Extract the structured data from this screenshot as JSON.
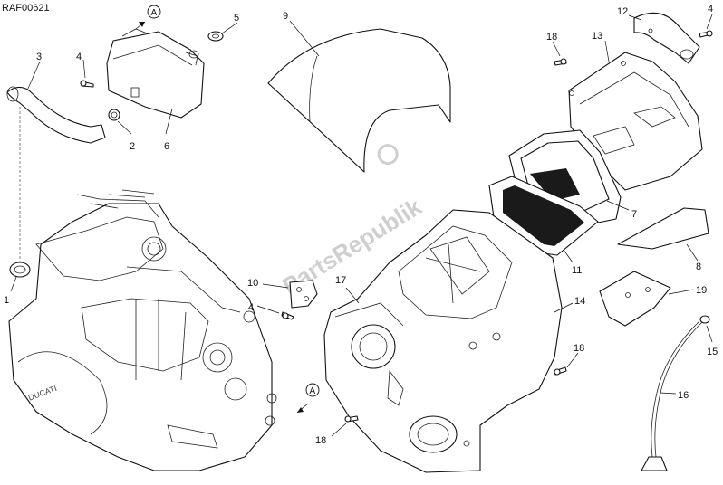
{
  "diagram": {
    "code": "RAF00621",
    "watermark": "PartsRepublik",
    "reference_letter": "A",
    "callouts": [
      "1",
      "2",
      "3",
      "4",
      "5",
      "6",
      "7",
      "8",
      "9",
      "10",
      "11",
      "12",
      "13",
      "14",
      "15",
      "16",
      "17",
      "18",
      "19"
    ],
    "colors": {
      "line": "#111111",
      "filter_media": "#1a1a1a",
      "watermark": "#cfcfcf"
    }
  }
}
